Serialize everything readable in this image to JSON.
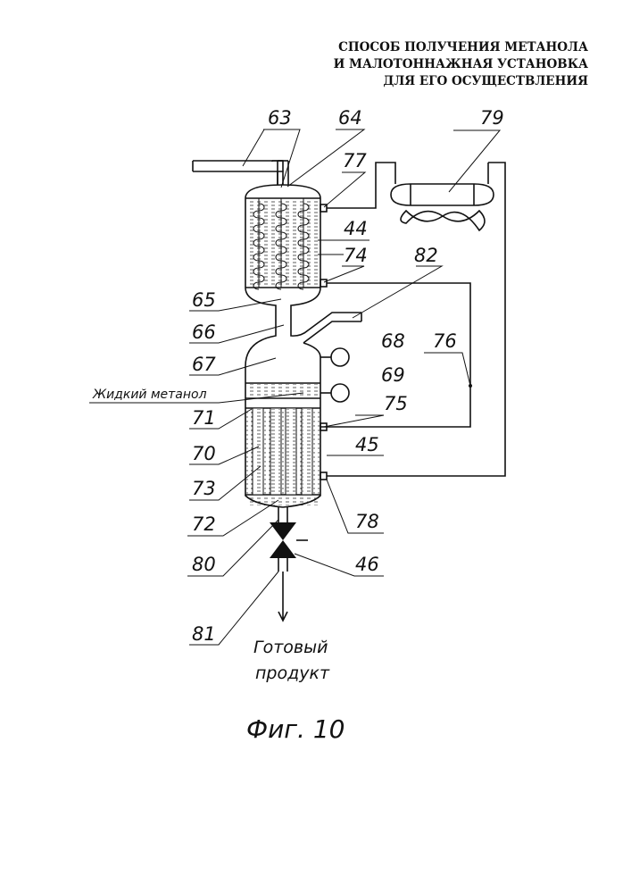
{
  "header": {
    "line1": "СПОСОБ ПОЛУЧЕНИЯ МЕТАНОЛА",
    "line2": "И МАЛОТОННАЖНАЯ УСТАНОВКА",
    "line3": "ДЛЯ ЕГО ОСУЩЕСТВЛЕНИЯ"
  },
  "labels": {
    "n63": "63",
    "n64": "64",
    "n77": "77",
    "n79": "79",
    "n44": "44",
    "n74": "74",
    "n82": "82",
    "n65": "65",
    "n66": "66",
    "n68": "68",
    "n76": "76",
    "n67": "67",
    "n69": "69",
    "n71": "71",
    "n75": "75",
    "n70": "70",
    "n45": "45",
    "n73": "73",
    "n72": "72",
    "n78": "78",
    "n80": "80",
    "n46": "46",
    "n81": "81",
    "liquid_methanol": "Жидкий метанол",
    "product_line1": "Готовый",
    "product_line2": "продукт"
  },
  "caption": "Фиг. 10"
}
